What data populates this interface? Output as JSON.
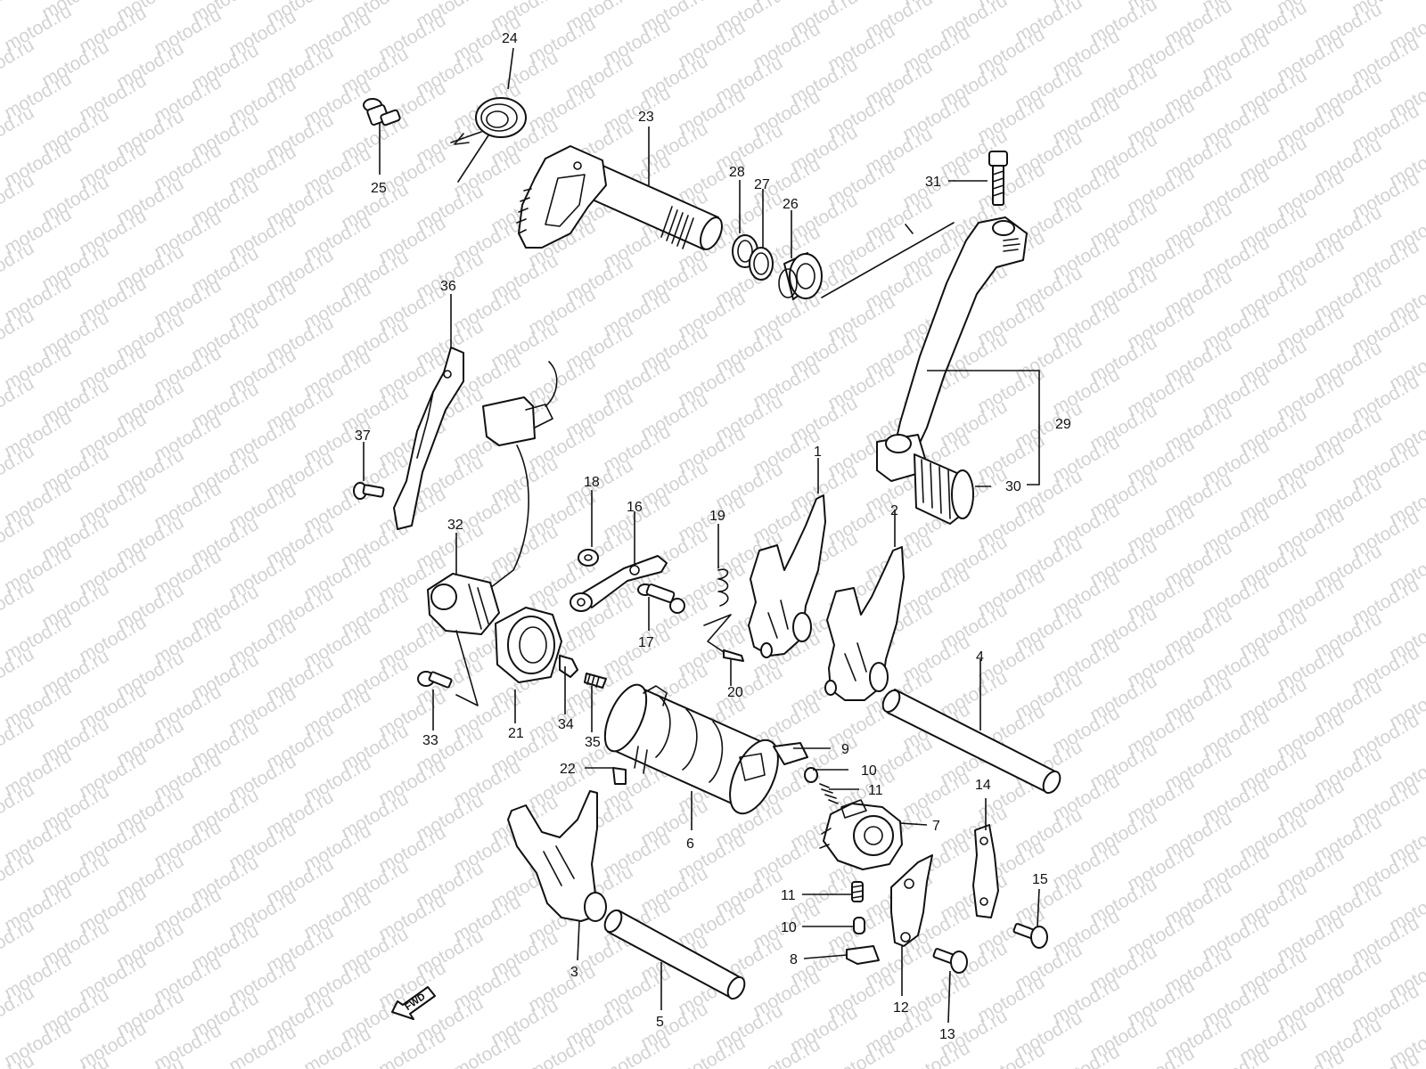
{
  "watermark": {
    "text": "motod.ru"
  },
  "fwd_label": "FWD",
  "callouts": {
    "n1": "1",
    "n2": "2",
    "n3": "3",
    "n4": "4",
    "n5": "5",
    "n6": "6",
    "n7": "7",
    "n8": "8",
    "n9": "9",
    "n10a": "10",
    "n10b": "10",
    "n11a": "11",
    "n11b": "11",
    "n12": "12",
    "n13": "13",
    "n14": "14",
    "n15": "15",
    "n16": "16",
    "n17": "17",
    "n18": "18",
    "n19": "19",
    "n20": "20",
    "n21": "21",
    "n22": "22",
    "n23": "23",
    "n24": "24",
    "n25": "25",
    "n26": "26",
    "n27": "27",
    "n28": "28",
    "n29": "29",
    "n30": "30",
    "n31": "31",
    "n32": "32",
    "n33": "33",
    "n34": "34",
    "n35": "35",
    "n36": "36",
    "n37": "37"
  }
}
